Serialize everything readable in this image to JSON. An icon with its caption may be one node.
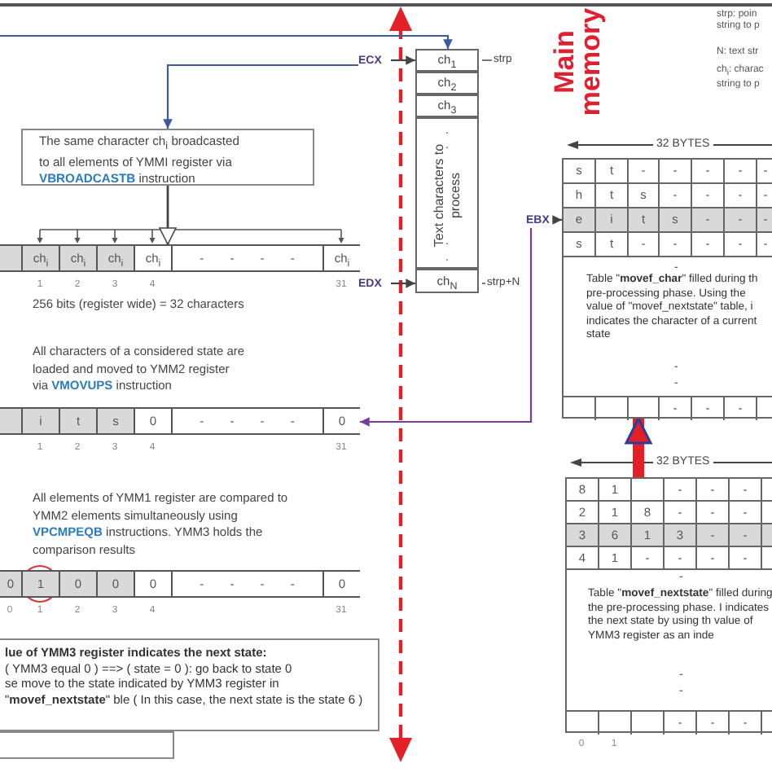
{
  "diagram": {
    "nodes": [
      {
        "text": [
          "ECX"
        ]
      },
      {
        "text": [
          "ch$_{1}$"
        ],
        "beside": [
          "strp"
        ]
      },
      {
        "text": [
          "ch$_{2}$"
        ]
      },
      {
        "text": [
          "ch$_{3}$"
        ]
      },
      {
        "text": [
          "Text characters to process",
          ".",
          ".",
          ".",
          "."
        ]
      },
      {
        "text": [
          "ch$_{N}$"
        ],
        "beside": [
          "strp+N"
        ]
      },
      {
        "text": [
          "EDX"
        ]
      },
      {
        "text": [
          "The same character ch$_{i}$ broadcasted to all elements of YMMI register via **VBROADCASTB** instruction"
        ]
      },
      {
        "text": [
          "ch$_{i}$",
          "ch$_{i}$",
          "ch$_{i}$",
          "ch$_{i}$",
          "-",
          "-",
          "-",
          "-",
          "ch$_{i}$"
        ]
      },
      {
        "text": [
          "i",
          "t",
          "s",
          "0",
          "-",
          "-",
          "-",
          "-",
          "0"
        ]
      },
      {
        "text": [
          "0",
          "1",
          "0",
          "0",
          "0",
          "-",
          "-",
          "-",
          "-",
          "0"
        ]
      },
      {
        "text": [
          "lue of YMM3 register indicates the next state:",
          "( YMM3 equal 0 ) ==> ( state = 0 ): go back to state 0",
          "se move to the state indicated by YMM3 register in \"**movef_nextstate**\" ble ( In this case, the next state is the state 6 )"
        ]
      },
      {
        "text": [],
        "shape": "box"
      },
      {
        "text": [
          "EBX"
        ]
      },
      {
        "text": [
          "s",
          "t",
          "-",
          "-",
          "-",
          "-",
          "-",
          "h",
          "t",
          "s",
          "-",
          "-",
          "-",
          "-",
          "e",
          "i",
          "t",
          "s",
          "-",
          "-",
          "-",
          "s",
          "t",
          "-",
          "-",
          "-",
          "-",
          "-",
          "-",
          "Table \"**movef_char**\" filled during th pre-processing phase. Using the value of \"movef_nextstate\" table, i indicates the character of a current state",
          "-",
          "-",
          "-",
          "-",
          "-"
        ]
      },
      {
        "text": [
          "8",
          "1",
          "-",
          "-",
          "-",
          "2",
          "1",
          "8",
          "-",
          "-",
          "-",
          "3",
          "6",
          "1",
          "3",
          "-",
          "-",
          "4",
          "1",
          "-",
          "-",
          "-",
          "-",
          "-",
          "Table \"**movef_nextstate**\" filled during the pre-processing phase. I indicates the next state by using th value of YMM3 register as an inde",
          "-",
          "-",
          "-",
          "-",
          "-"
        ]
      }
    ],
    "edges": [
      {
        "from": null,
        "to": 1,
        "arrow": "to",
        "color": "#3d5a9e"
      },
      {
        "from": 0,
        "to": 7,
        "arrow": "to",
        "color": "#3d5a9e"
      },
      {
        "from": 0,
        "to": 1,
        "arrow": "to"
      },
      {
        "from": 6,
        "to": 5,
        "arrow": "to"
      },
      {
        "from": 7,
        "to": 8,
        "arrow": "to"
      },
      {
        "from": 13,
        "to": 14,
        "arrow": "to"
      },
      {
        "from": 13,
        "to": 9,
        "arrow": "to",
        "color": "#7a3c9a"
      },
      {
        "from": 15,
        "to": 14,
        "arrow": "to",
        "style": "thick",
        "color": "#e32028"
      }
    ],
    "labels": [
      "Main memory",
      "strp: poin string to p",
      "N: text str",
      "ch$_{i}$: charac string to p",
      "32 BYTES",
      "1",
      "2",
      "3",
      "4",
      "31",
      "256 bits (register wide) = 32 characters",
      "All characters of a considered state are loaded and moved to YMM2 register via **VMOVUPS** instruction",
      "1",
      "2",
      "3",
      "4",
      "31",
      "All elements of YMM1 register are compared to YMM2 elements simultaneously using **VPCMPEQB** instructions. YMM3 holds the comparison results",
      "32 BYTES",
      "0",
      "1",
      "2",
      "3",
      "4",
      "31",
      "0",
      "1"
    ]
  }
}
